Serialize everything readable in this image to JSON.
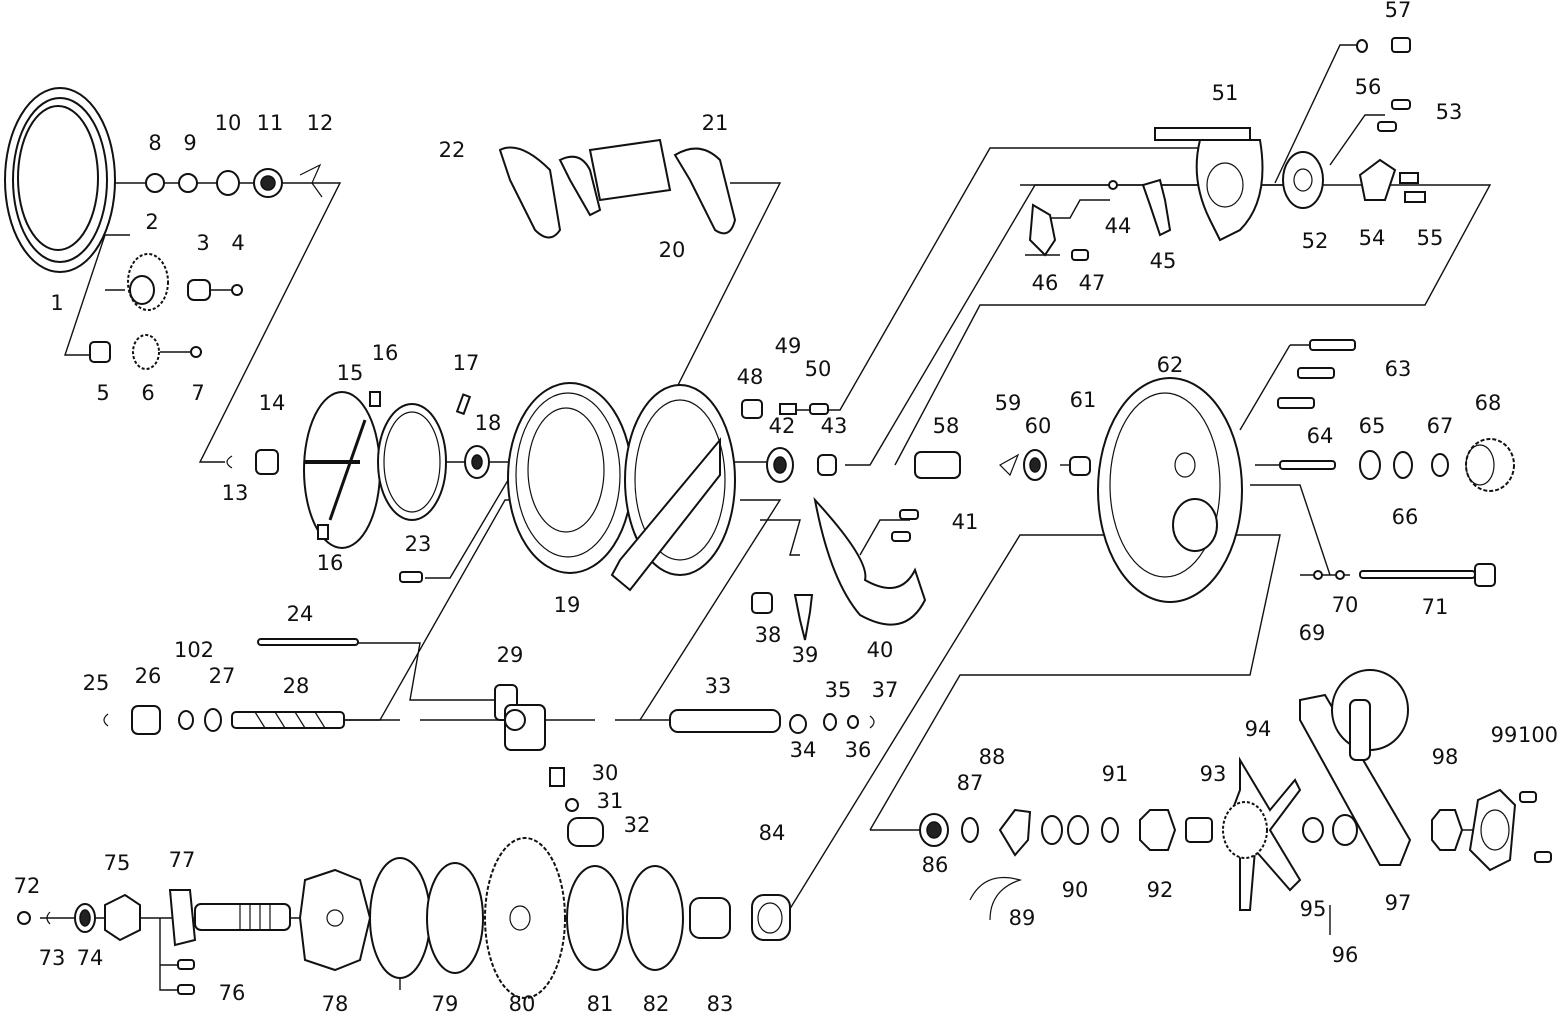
{
  "colors": {
    "line": "#111111",
    "background": "#ffffff"
  },
  "part_labels": [
    "1",
    "2",
    "3",
    "4",
    "5",
    "6",
    "7",
    "8",
    "9",
    "10",
    "11",
    "12",
    "13",
    "14",
    "15",
    "16",
    "16",
    "17",
    "18",
    "19",
    "20",
    "21",
    "22",
    "23",
    "24",
    "25",
    "26",
    "102",
    "27",
    "28",
    "29",
    "30",
    "31",
    "32",
    "33",
    "34",
    "35",
    "36",
    "37",
    "38",
    "39",
    "40",
    "41",
    "42",
    "43",
    "44",
    "45",
    "46",
    "47",
    "48",
    "49",
    "50",
    "51",
    "52",
    "53",
    "54",
    "55",
    "56",
    "57",
    "58",
    "59",
    "60",
    "61",
    "62",
    "63",
    "64",
    "65",
    "66",
    "67",
    "68",
    "69",
    "70",
    "71",
    "72",
    "73",
    "74",
    "75",
    "76",
    "77",
    "78",
    "79",
    "80",
    "81",
    "82",
    "83",
    "84",
    "86",
    "87",
    "88",
    "89",
    "90",
    "91",
    "92",
    "93",
    "94",
    "95",
    "96",
    "97",
    "98",
    "99",
    "100"
  ]
}
